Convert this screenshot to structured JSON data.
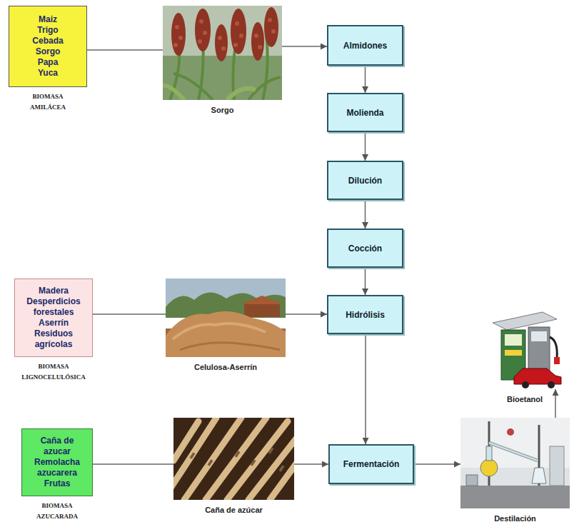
{
  "diagram": {
    "nodes": [
      {
        "text": [
          "Maiz Trigo Cebada Sorgo Papa Yuca",
          "BIOMASA AMILÁCEA"
        ]
      },
      {
        "text": [
          "Sorgo"
        ]
      },
      {
        "text": [
          "Almidones"
        ]
      },
      {
        "text": [
          "Molienda"
        ]
      },
      {
        "text": [
          "Dilución"
        ]
      },
      {
        "text": [
          "Cocción"
        ]
      },
      {
        "text": [
          "Madera Desperdicios forestales Aserrín Residuos agrícolas",
          "BIOMASA LIGNOCELULÓSICA"
        ]
      },
      {
        "text": [
          "Celulosa-Aserrín"
        ]
      },
      {
        "text": [
          "Hidrólisis"
        ]
      },
      {
        "text": [
          "Bioetanol"
        ]
      },
      {
        "text": [
          "Caña de azucar Remolacha azucarera Frutas",
          "BIOMASA AZUCARADA"
        ]
      },
      {
        "text": [
          "Caña de azúcar"
        ]
      },
      {
        "text": [
          "Fermentación"
        ]
      },
      {
        "text": [
          "Destilación"
        ]
      }
    ],
    "edges": [
      {
        "from": 0,
        "to": 1,
        "arrow": "none"
      },
      {
        "from": 1,
        "to": 2,
        "arrow": "to"
      },
      {
        "from": 2,
        "to": 3,
        "arrow": "to"
      },
      {
        "from": 3,
        "to": 4,
        "arrow": "to"
      },
      {
        "from": 4,
        "to": 5,
        "arrow": "to"
      },
      {
        "from": 5,
        "to": 8,
        "arrow": "to"
      },
      {
        "from": 6,
        "to": 7,
        "arrow": "none"
      },
      {
        "from": 7,
        "to": 8,
        "arrow": "to"
      },
      {
        "from": 8,
        "to": 12,
        "arrow": "to"
      },
      {
        "from": 10,
        "to": 11,
        "arrow": "none"
      },
      {
        "from": 11,
        "to": 12,
        "arrow": "to"
      },
      {
        "from": 12,
        "to": 13,
        "arrow": "to"
      },
      {
        "from": 13,
        "to": 9,
        "arrow": "to"
      }
    ]
  }
}
